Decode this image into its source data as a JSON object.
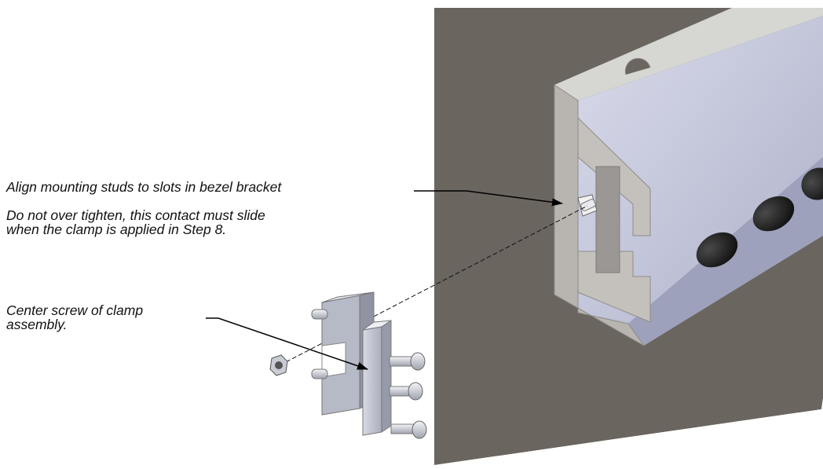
{
  "callouts": {
    "align_studs": "Align mounting studs to slots in bezel bracket",
    "over_tighten": "Do not over tighten, this contact must slide\nwhen the clamp is applied in Step 8.",
    "center_screw": "Center screw of clamp\nassembly."
  },
  "colors": {
    "panel": "#6a655f",
    "housing_face": "#6c6f86",
    "housing_front": "#c9cbe0",
    "bezel_bracket": "#b4b2b0",
    "clamp_block": "#c7cad6",
    "knob": "#1f1f1f",
    "leader": "#000000"
  }
}
